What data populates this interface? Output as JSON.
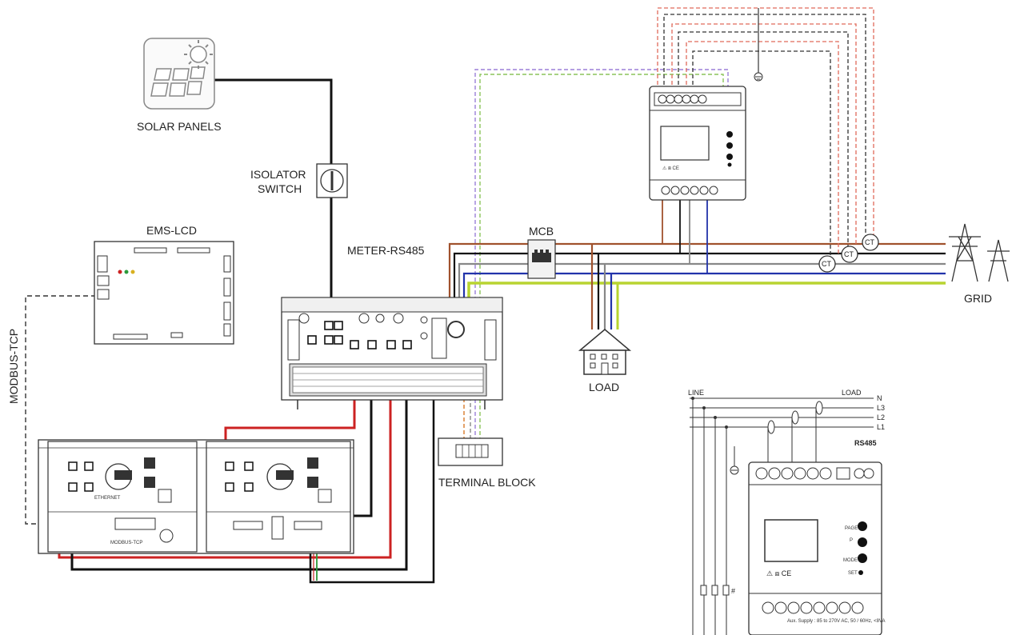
{
  "labels": {
    "solar_panels": "SOLAR PANELS",
    "isolator_line1": "ISOLATOR",
    "isolator_line2": "SWITCH",
    "ems_lcd": "EMS-LCD",
    "meter_rs485": "METER-RS485",
    "mcb": "MCB",
    "grid": "GRID",
    "load": "LOAD",
    "terminal_block": "TERMINAL BLOCK",
    "modbus_tcp_vertical": "MODBUS-TCP",
    "ethernet": "ETHERNET",
    "modbus_tcp_small": "MODBUS-TCP",
    "ct": "CT"
  },
  "inset": {
    "line": "LINE",
    "load": "LOAD",
    "phases": [
      "N",
      "L3",
      "L2",
      "L1"
    ],
    "rs485": "RS485",
    "buttons": [
      "PAGE",
      "P",
      "MODE",
      "SET"
    ],
    "supply": "Aux. Supply : 85 to 270V AC, 50 / 60Hz, <8VA",
    "marks": "⚠ ⧈ CE",
    "hash": "#"
  },
  "colors": {
    "red": "#cc2222",
    "brown": "#a0522d",
    "black": "#111111",
    "grey": "#888888",
    "blue": "#2233aa",
    "yellow_green": "#b8d430",
    "green": "#2c9a3a"
  }
}
